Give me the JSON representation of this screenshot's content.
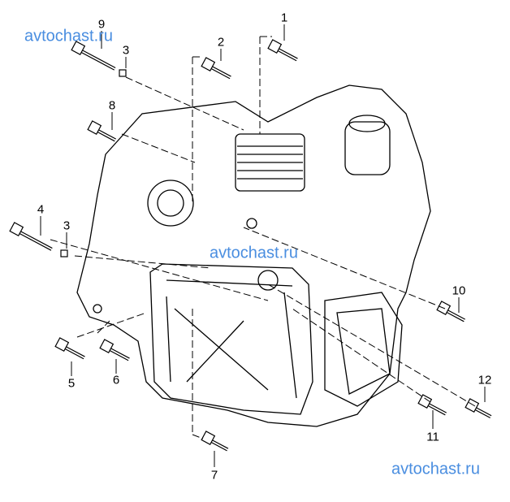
{
  "watermarks": [
    "avtochast.ru",
    "avtochast.ru",
    "avtochast.ru"
  ],
  "callouts": [
    "1",
    "2",
    "3",
    "9",
    "8",
    "4",
    "3",
    "10",
    "5",
    "6",
    "12",
    "11",
    "7"
  ],
  "colors": {
    "line": "#000000",
    "watermark": "#4a8ee0"
  }
}
